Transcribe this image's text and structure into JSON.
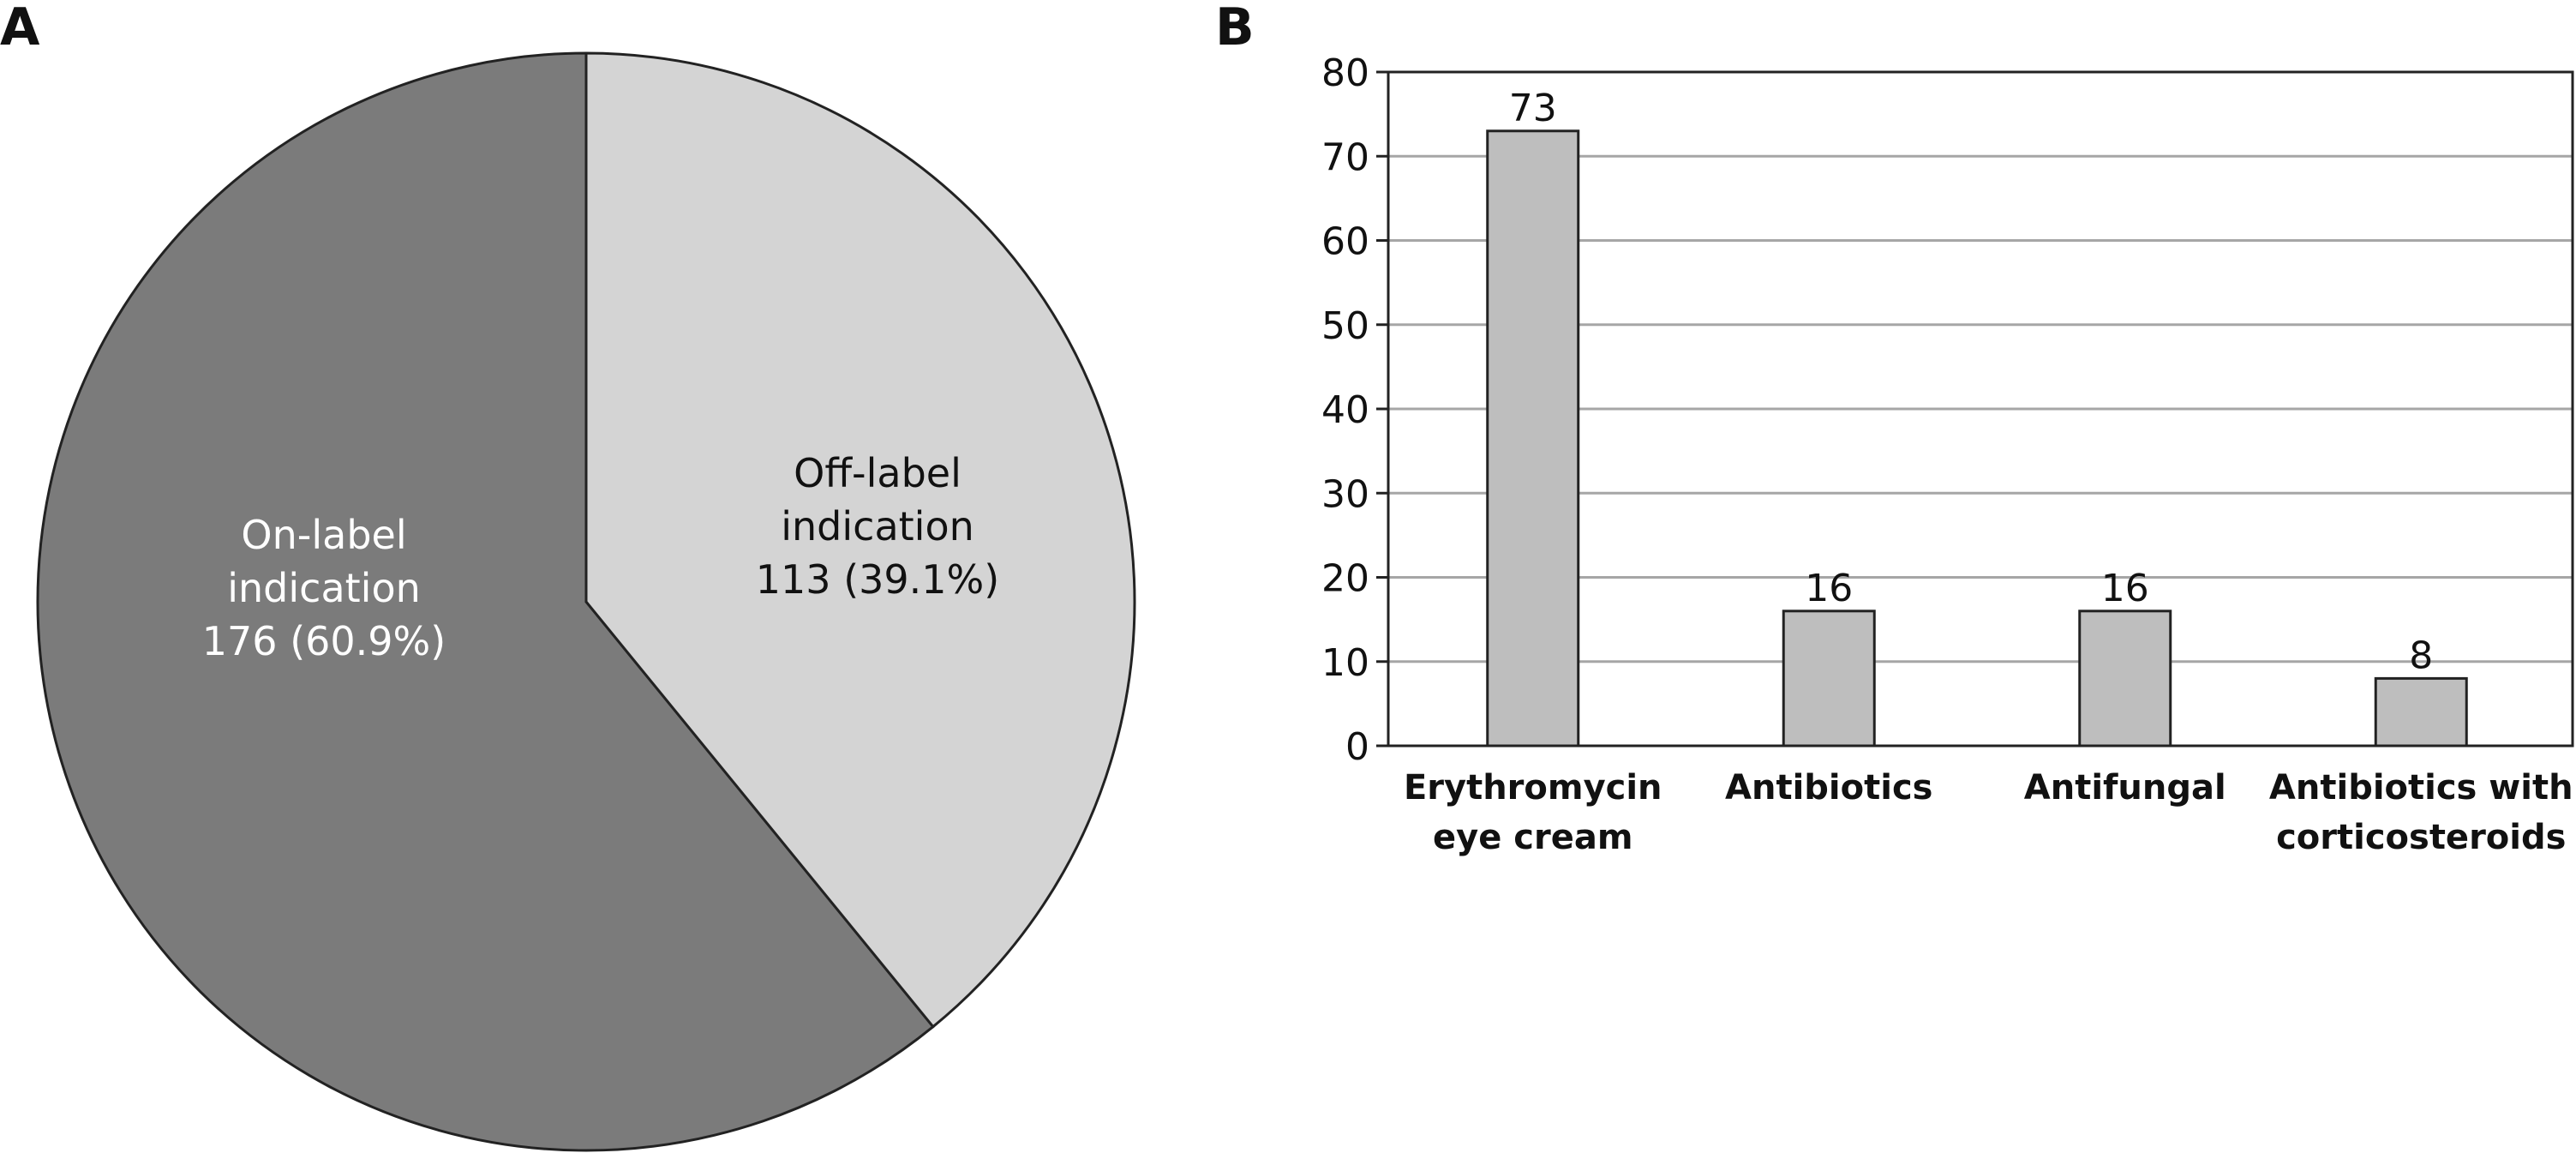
{
  "panels": {
    "a_label": "A",
    "b_label": "B"
  },
  "colors": {
    "on_label": "#7b7b7b",
    "off_label": "#d4d4d4",
    "bar": "#bebebe",
    "grid": "#a6a6a6",
    "outline": "#222222"
  },
  "chart_data": [
    {
      "type": "pie",
      "panel": "A",
      "title": "",
      "slices": [
        {
          "name": "On-label indication",
          "label_lines": [
            "On-label",
            "indication",
            "176 (60.9%)"
          ],
          "value": 176,
          "percent": 60.9
        },
        {
          "name": "Off-label indication",
          "label_lines": [
            "Off-label",
            "indication",
            "113 (39.1%)"
          ],
          "value": 113,
          "percent": 39.1
        }
      ],
      "start": "12 o'clock",
      "direction": "counterclockwise for On-label, Off-label on right"
    },
    {
      "type": "bar",
      "panel": "B",
      "title": "",
      "xlabel": "",
      "ylabel": "",
      "categories": [
        [
          "Erythromycin",
          "eye cream"
        ],
        [
          "Antibiotics"
        ],
        [
          "Antifungal"
        ],
        [
          "Antibiotics with",
          "corticosteroids"
        ]
      ],
      "values": [
        73,
        16,
        16,
        8
      ],
      "data_labels": [
        "73",
        "16",
        "16",
        "8"
      ],
      "ylim": [
        0,
        80
      ],
      "yticks": [
        0,
        10,
        20,
        30,
        40,
        50,
        60,
        70,
        80
      ],
      "grid": "horizontal",
      "legend": "none"
    }
  ]
}
